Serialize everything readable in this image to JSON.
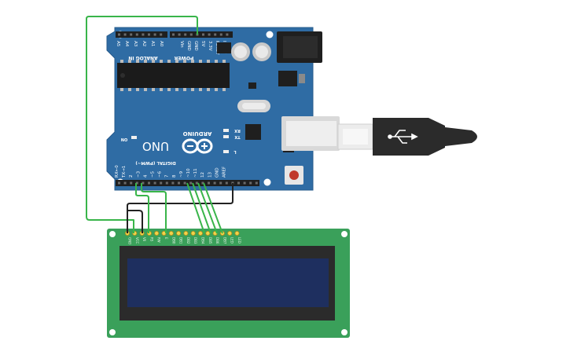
{
  "board": {
    "brand": "ARDUINO",
    "model": "UNO",
    "logo_icon": "infinity-minus-plus-logo",
    "power_header": "POWER",
    "analog_header": "ANALOG IN",
    "digital_header": "DIGITAL (PWM~)",
    "on_label": "ON",
    "rx_label": "RX",
    "tx_label": "TX",
    "l_label": "L",
    "power_pins": [
      "IOREF",
      "RESET",
      "3.3V",
      "5V",
      "GND",
      "GND",
      "Vin"
    ],
    "analog_pins": [
      "A0",
      "A1",
      "A2",
      "A3",
      "A4",
      "A5"
    ],
    "digital_pins": [
      "RX←0",
      "TX→1",
      "2",
      "~3",
      "4",
      "~5",
      "~6",
      "7",
      "8",
      "~9",
      "~10",
      "~11",
      "12",
      "13",
      "GND",
      "AREF"
    ]
  },
  "lcd": {
    "pins": [
      "GND",
      "VCC",
      "V0",
      "RS",
      "RW",
      "E",
      "DB0",
      "DB1",
      "DB2",
      "DB3",
      "DB4",
      "DB5",
      "DB6",
      "DB7",
      "LED",
      "LED"
    ]
  },
  "colors": {
    "board": "#2f6ca4",
    "lcd_pcb": "#3aa05a",
    "lcd_screen": "#1e2f5f",
    "wire": "#39b54a",
    "wire_dark": "#222222",
    "usb": "#2b2b2b"
  }
}
